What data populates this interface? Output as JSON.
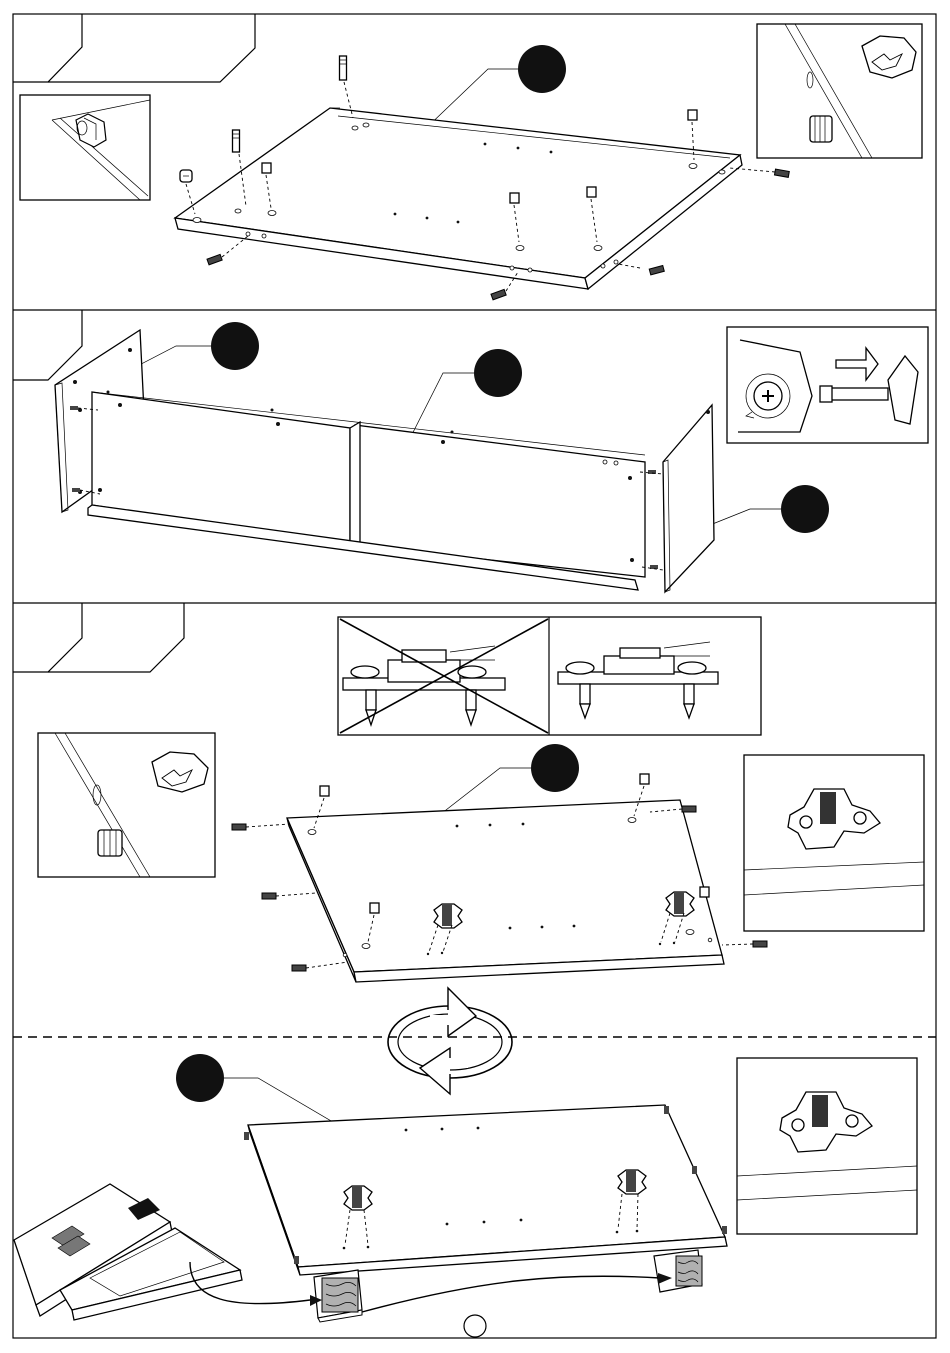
{
  "page": {
    "page_number": "",
    "steps": [
      {
        "id": "step-1",
        "description_visible": false
      },
      {
        "id": "step-2",
        "description_visible": false
      },
      {
        "id": "step-3",
        "description_visible": false
      }
    ]
  },
  "colors": {
    "ink": "#000000",
    "paper": "#ffffff",
    "part_marker": "#111111",
    "wood_block": "#b0b0b0"
  },
  "icons": [
    "cam-lock-icon",
    "dowel-icon",
    "screwdriver-icon",
    "rotate-arrows-icon",
    "hinge-plate-icon",
    "wrong-mark-icon"
  ]
}
